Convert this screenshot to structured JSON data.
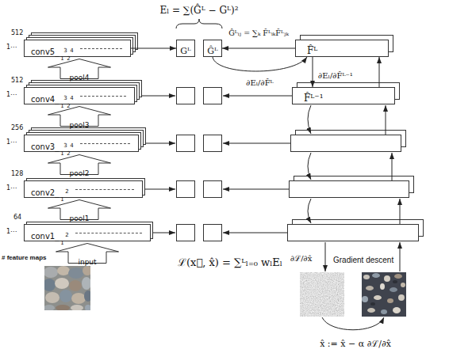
{
  "diagram": {
    "nodes": [
      {
        "text": [
          "conv5_",
          "1",
          "2",
          "3",
          "4"
        ]
      },
      {
        "text": [
          "pool4"
        ]
      },
      {
        "text": [
          "conv4_",
          "1",
          "2",
          "3",
          "4"
        ]
      },
      {
        "text": [
          "pool3"
        ]
      },
      {
        "text": [
          "conv3_",
          "1",
          "2",
          "3",
          "4"
        ]
      },
      {
        "text": [
          "pool2"
        ]
      },
      {
        "text": [
          "conv2_",
          "1",
          "2"
        ]
      },
      {
        "text": [
          "pool1"
        ]
      },
      {
        "text": [
          "conv1_",
          "1",
          "2"
        ]
      },
      {
        "text": [
          "input"
        ]
      },
      {
        "text": [
          "Gᴸ"
        ]
      },
      {
        "text": [
          "Ĝᴸ"
        ]
      },
      {
        "text": [
          "F̂ᴸ"
        ]
      },
      {
        "text": [
          "F̂ᴸ⁻¹"
        ]
      }
    ],
    "edges": [
      {
        "from": 0,
        "to": 10,
        "arrow": "to"
      },
      {
        "from": 12,
        "to": 11,
        "arrow": "to",
        "label": "Ĝᴸᵢⱼ = ∑ₖ F̂ᴸᵢₖF̂ᴸⱼₖ"
      },
      {
        "from": 11,
        "to": 12,
        "arrow": "to",
        "label": "∂Eₗ/∂F̂ᴸ"
      },
      {
        "from": 13,
        "to": 12,
        "arrow": "to"
      },
      {
        "from": 12,
        "to": 13,
        "arrow": "to",
        "label": "∂Eₗ/∂F̂ᴸ⁻¹"
      }
    ],
    "labels": [
      "Eₗ = ∑(Ĝᴸ − Gᴸ)²",
      "512",
      "1⋯",
      "512",
      "1⋯",
      "256",
      "1⋯",
      "128",
      "1⋯",
      "64",
      "1⋯",
      "# feature maps",
      "ℒ(x⃗, x̂) = ∑ᴸₗ₌₀ wₗEₗ",
      "∂ℒ/∂x̂",
      "Gradient descent",
      "x̂ := x̂ − α ∂ℒ/∂x̂"
    ]
  }
}
